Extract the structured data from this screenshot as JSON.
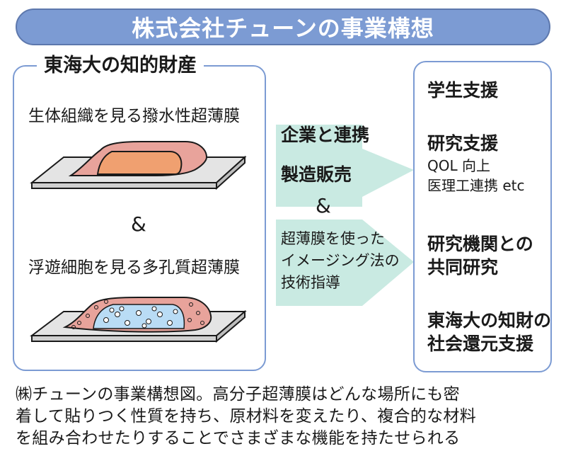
{
  "banner": {
    "title": "株式会社チューンの事業構想"
  },
  "left_panel": {
    "title": "東海大の知的財産",
    "item1": "生体組織を見る撥水性超薄膜",
    "ampersand": "&",
    "item2": "浮遊細胞を見る多孔質超薄膜"
  },
  "middle": {
    "box1": "企業と連携",
    "box2": "製造販売",
    "ampersand": "&",
    "box3_lines": [
      "超薄膜を使った",
      "イメージング法の",
      "技術指導"
    ]
  },
  "right_panel": {
    "item1": "学生支援",
    "item2": "研究支援",
    "item2_sub1": "QOL 向上",
    "item2_sub2": "医理工連携 etc",
    "item3_lines": [
      "研究機関との",
      "共同研究"
    ],
    "item4_lines": [
      "東海大の知財の",
      "社会還元支援"
    ]
  },
  "caption_lines": [
    "㈱チューンの事業構想図。高分子超薄膜はどんな場所にも密",
    "着して貼りつく性質を持ち、原材料を変えたり、複合的な材料",
    "を組み合わせたりすることでさまざまな機能を持たせられる"
  ],
  "colors": {
    "banner": "#7c9bd3",
    "frame": "#7c9bd3",
    "arrow": "#c9eae2",
    "film_pink": "#e8a39b",
    "tissue_orange": "#f0a070",
    "cells_blue": "#b9dcf5",
    "plate": "#e4e4e4"
  }
}
